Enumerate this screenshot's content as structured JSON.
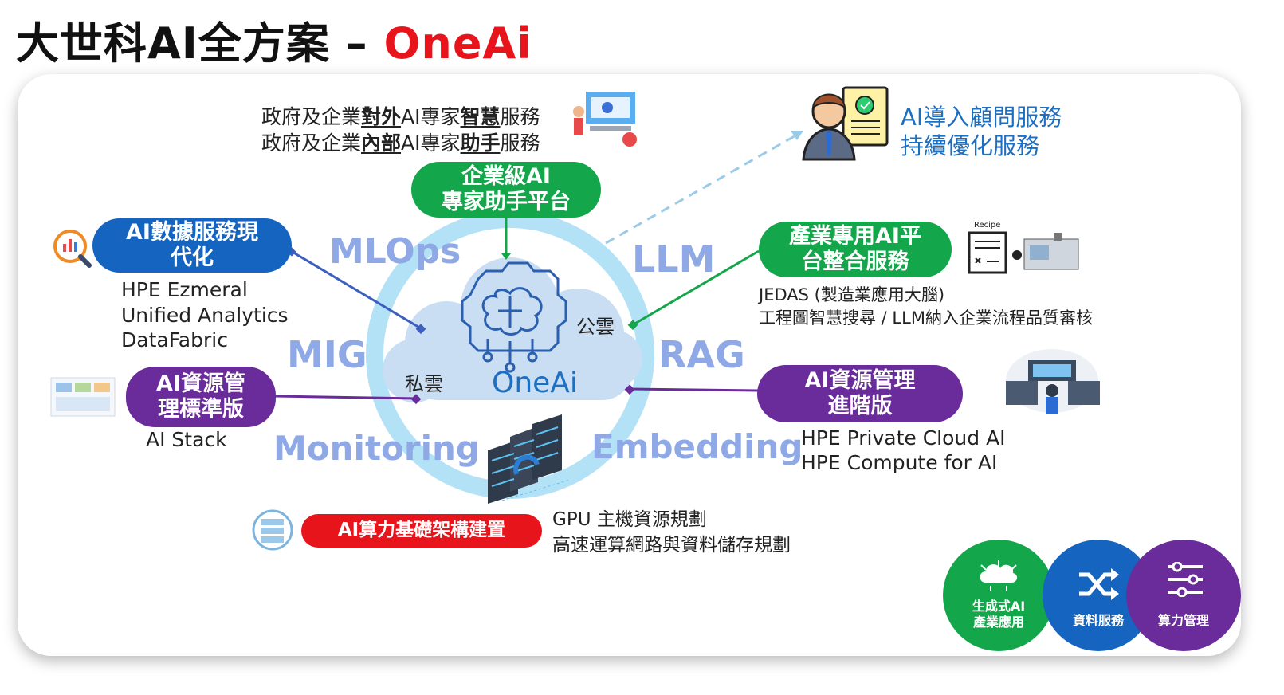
{
  "title": {
    "prefix": "大世科AI全方案 – ",
    "brand": "OneAi"
  },
  "center": {
    "cloud_label": "OneAi",
    "public_cloud": "公雲",
    "private_cloud": "私雲"
  },
  "keywords": {
    "mlops": "MLOps",
    "llm": "LLM",
    "mig": "MIG",
    "rag": "RAG",
    "monitoring": "Monitoring",
    "embedding": "Embedding"
  },
  "top_service": {
    "line1_a": "政府及企業",
    "line1_b": "對外",
    "line1_c": "AI專家",
    "line1_d": "智慧",
    "line1_e": "服務",
    "line2_a": "政府及企業",
    "line2_b": "內部",
    "line2_c": "AI專家",
    "line2_d": "助手",
    "line2_e": "服務",
    "pill_line1": "企業級AI",
    "pill_line2": "專家助手平台"
  },
  "consulting": {
    "line1": "AI導入顧問服務",
    "line2": "持續優化服務"
  },
  "data_service": {
    "pill_line1": "AI數據服務現",
    "pill_line2": "代化",
    "items": [
      "HPE Ezmeral",
      "Unified Analytics",
      "DataFabric"
    ]
  },
  "industry_ai": {
    "pill_line1": "產業專用AI平",
    "pill_line2": "台整合服務",
    "recipe_label": "Recipe",
    "desc1": "JEDAS (製造業應用大腦)",
    "desc2": "工程圖智慧搜尋 /  LLM納入企業流程品質審核"
  },
  "resource_std": {
    "pill_line1": "AI資源管",
    "pill_line2": "理標準版",
    "desc": "AI Stack"
  },
  "resource_adv": {
    "pill_line1": "AI資源管理",
    "pill_line2": "進階版",
    "items": [
      "HPE Private Cloud AI",
      "HPE Compute for AI"
    ]
  },
  "compute": {
    "pill": "AI算力基礎架構建置",
    "desc1": "GPU 主機資源規劃",
    "desc2": "高速運算網路與資料儲存規劃"
  },
  "bottom_buttons": [
    {
      "label1": "生成式AI",
      "label2": "產業應用",
      "color": "#14a64a",
      "icon": "ai-cloud-icon"
    },
    {
      "label1": "資料服務",
      "label2": "",
      "color": "#1565c0",
      "icon": "shuffle-icon"
    },
    {
      "label1": "算力管理",
      "label2": "",
      "color": "#6a2c9a",
      "icon": "sliders-icon"
    }
  ],
  "colors": {
    "green": "#14a64a",
    "blue": "#1565c0",
    "purple": "#6a2c9a",
    "red": "#e8141c",
    "ring": "#a9dcf4",
    "keyword": "#8fa9e6"
  }
}
